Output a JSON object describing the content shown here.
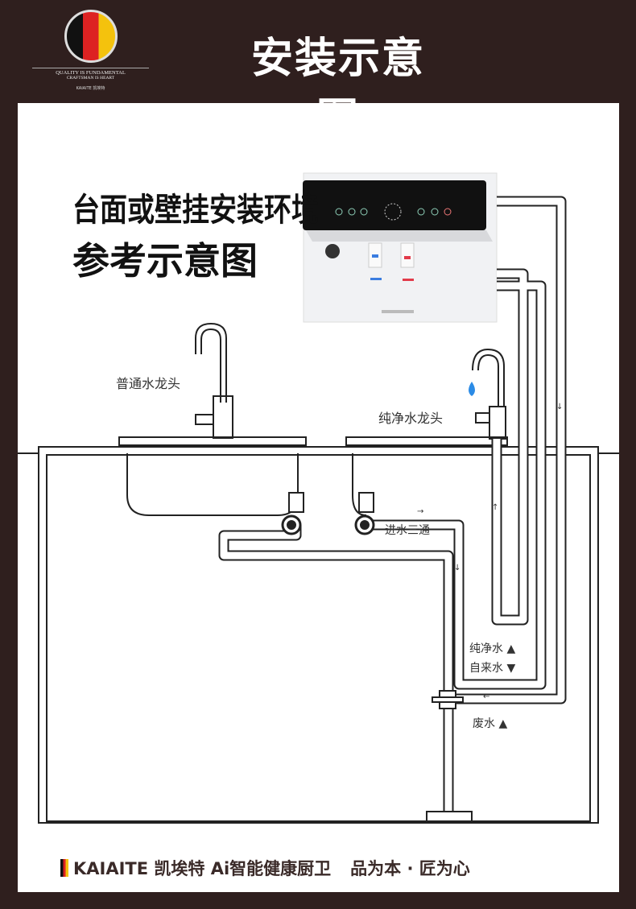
{
  "header": {
    "logo": {
      "motto_line1": "QUALITY IS FUNDAMENTAL",
      "motto_line2": "CRAFTSMAN IS HEART",
      "brand": "KAIAITE 凯埃特"
    },
    "title": "安装示意图"
  },
  "diagram": {
    "heading1": "台面或壁挂安装环境",
    "heading2": "参考示意图",
    "labels": {
      "normal_faucet": "普通水龙头",
      "pure_faucet": "纯净水龙头",
      "inlet_tee": "进水三通",
      "pure_water": "纯净水",
      "tap_water": "自来水",
      "waste_water": "废水"
    },
    "markers": {
      "up": "▲",
      "down": "▼",
      "arrow_down": "↓",
      "arrow_up": "↑",
      "arrow_right": "→",
      "arrow_left": "←"
    }
  },
  "footer": {
    "brand": "KAIAITE 凯埃特 Ai智能健康厨卫",
    "slogan": "品为本 · 匠为心"
  },
  "colors": {
    "background": "#2f1f1e",
    "panel": "#ffffff",
    "line": "#222222"
  }
}
